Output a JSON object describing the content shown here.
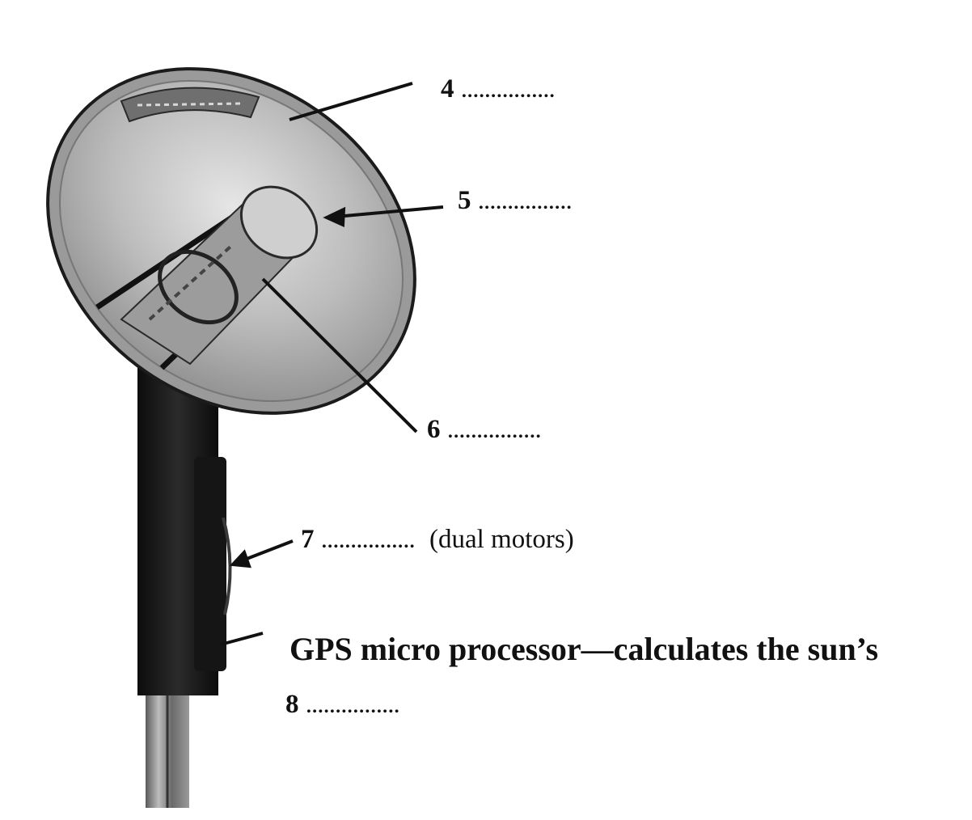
{
  "labels": [
    {
      "id": "4",
      "number": "4",
      "blank": "................"
    },
    {
      "id": "5",
      "number": "5",
      "blank": "................"
    },
    {
      "id": "6",
      "number": "6",
      "blank": "................"
    },
    {
      "id": "7",
      "number": "7",
      "blank": "................",
      "note": "(dual motors)"
    },
    {
      "id": "8",
      "number": "8",
      "blank": "................"
    }
  ],
  "gps_caption": "GPS micro processor—calculates the sun’s",
  "colors": {
    "dish_rim": "#8a8a8a",
    "dish_inner": "#bdbdbd",
    "pole": "#1a1a1a",
    "leader_line": "#111111"
  }
}
